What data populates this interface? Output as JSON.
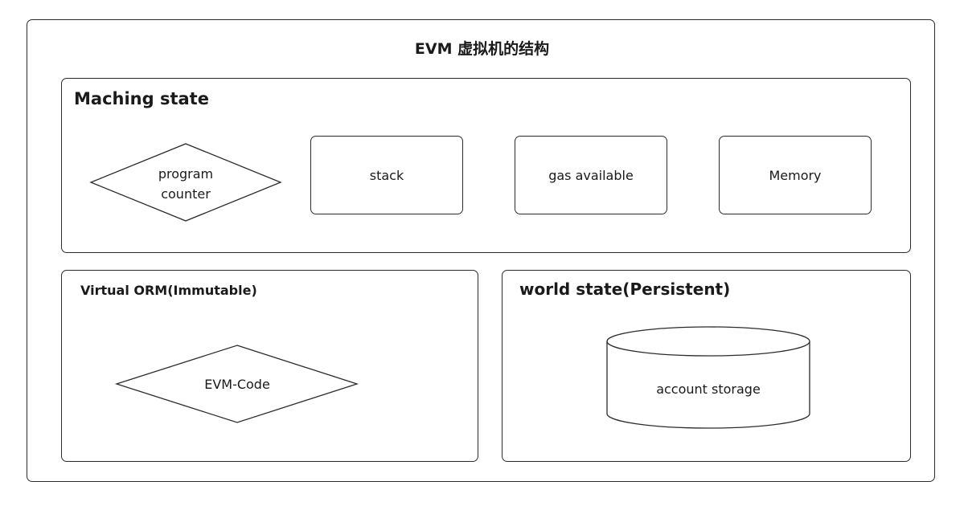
{
  "diagram": {
    "title": "EVM 虚拟机的结构",
    "machine_state": {
      "label": "Maching state",
      "program_counter": "program\ncounter",
      "stack": "stack",
      "gas": "gas available",
      "memory": "Memory"
    },
    "virtual_rom": {
      "label": "Virtual ORM(Immutable)",
      "code": "EVM-Code"
    },
    "world_state": {
      "label": "world state(Persistent)",
      "storage": "account storage"
    }
  }
}
